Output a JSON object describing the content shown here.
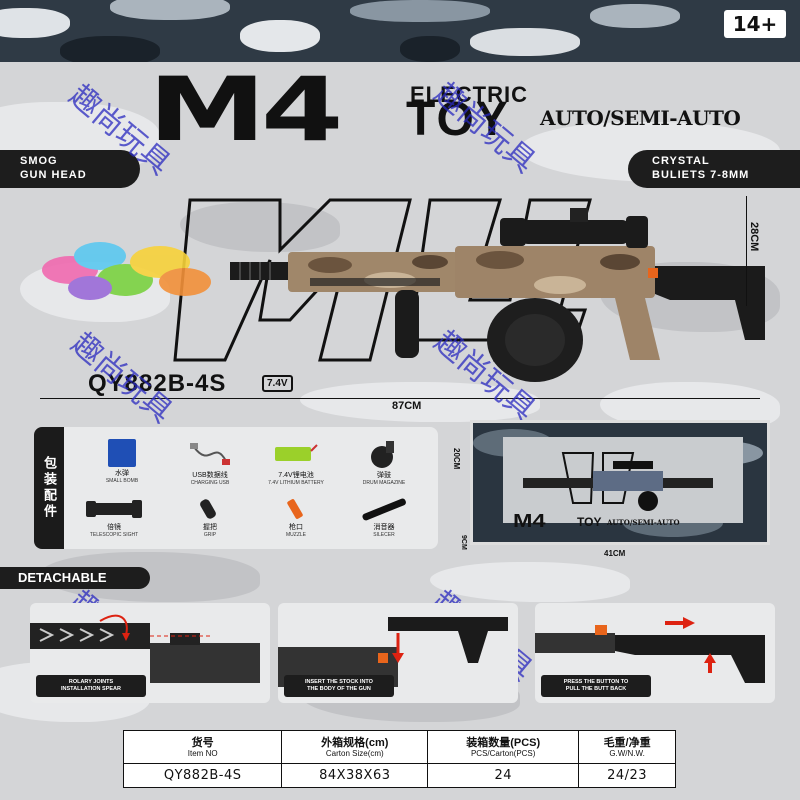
{
  "age_badge": "14+",
  "title": {
    "main": "M4",
    "electric": "ELECTRIC",
    "toy": "TOY",
    "mode": "AUTO/SEMI-AUTO"
  },
  "watermark": "趣尚玩具",
  "tags": {
    "left_line1": "SMOG",
    "left_line2": "GUN HEAD",
    "right_line1": "CRYSTAL",
    "right_line2": "BULIETS 7-8MM"
  },
  "dimensions": {
    "height": "28CM",
    "length": "87CM",
    "box_height": "20CM",
    "box_depth": "9CM",
    "box_width": "41CM"
  },
  "model": "QY882B-4S",
  "battery_badge": "7.4V",
  "accessories": {
    "side_label": "包装配件",
    "items": [
      {
        "cn": "水弹",
        "en": "SMALL BOMB",
        "icon": "gel-beads-icon",
        "color": "#1f4fb5"
      },
      {
        "cn": "USB数据线",
        "en": "CHARGING USB",
        "icon": "usb-cable-icon",
        "color": "#555555"
      },
      {
        "cn": "7.4V锂电池",
        "en": "7.4V LITHIUM BATTERY",
        "icon": "battery-icon",
        "color": "#9bd02a"
      },
      {
        "cn": "弹鼓",
        "en": "DRUM MAGAZINE",
        "icon": "drum-magazine-icon",
        "color": "#222222"
      },
      {
        "cn": "倍镜",
        "en": "TELESCOPIC SIGHT",
        "icon": "scope-icon",
        "color": "#222222"
      },
      {
        "cn": "握把",
        "en": "GRIP",
        "icon": "grip-icon",
        "color": "#222222"
      },
      {
        "cn": "枪口",
        "en": "MUZZLE",
        "icon": "muzzle-icon",
        "color": "#e8651c"
      },
      {
        "cn": "消音器",
        "en": "SILECER",
        "icon": "silencer-icon",
        "color": "#111111"
      }
    ]
  },
  "box_title": "M4",
  "box_toy": "TOY",
  "box_mode": "AUTO/SEMI-AUTO",
  "detachable_label": "DETACHABLE",
  "steps": [
    {
      "caption_line1": "ROLARY JOINTS",
      "caption_line2": "INSTALLATION SPEAR"
    },
    {
      "caption_line1": "INSERT THE STOCK INTO",
      "caption_line2": "THE BODY OF THE GUN"
    },
    {
      "caption_line1": "PRESS THE BUTTON TO",
      "caption_line2": "PULL THE BUTT BACK"
    }
  ],
  "spec_table": {
    "headers": [
      {
        "cn": "货号",
        "en": "Item NO"
      },
      {
        "cn": "外箱规格(cm)",
        "en": "Carton Size(cm)"
      },
      {
        "cn": "装箱数量(PCS)",
        "en": "PCS/Carton(PCS)"
      },
      {
        "cn": "毛重/净重",
        "en": "G.W/N.W."
      }
    ],
    "values": [
      "QY882B-4S",
      "84X38X63",
      "24",
      "24/23"
    ]
  },
  "colors": {
    "accent_blue": "#2a2ac0",
    "dark": "#1d1d1d",
    "camo_dark": "#2f3a45"
  }
}
